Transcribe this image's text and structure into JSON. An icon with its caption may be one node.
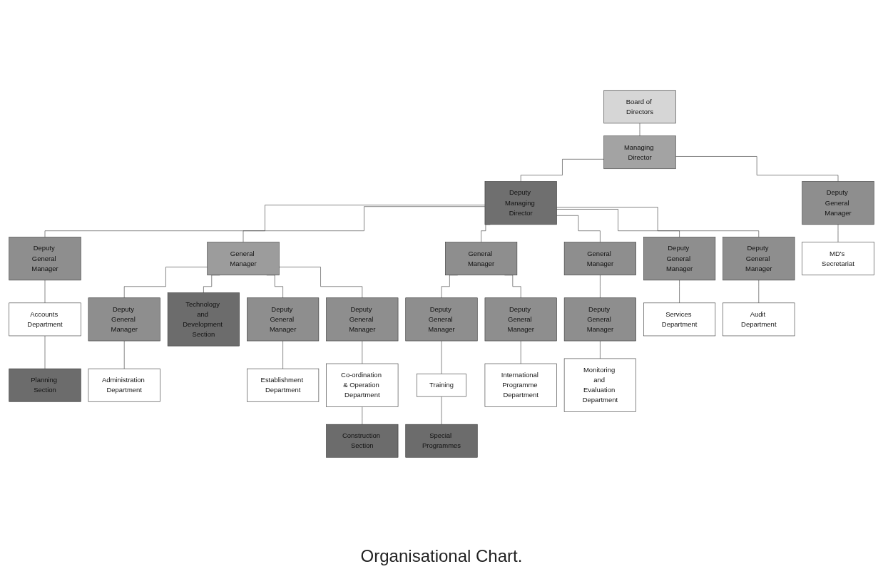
{
  "diagram": {
    "caption": "Organisational Chart.",
    "nodes": [
      {
        "text": [
          "Board of Directors"
        ]
      },
      {
        "text": [
          "Managing Director"
        ]
      },
      {
        "text": [
          "Deputy Managing Director"
        ]
      },
      {
        "text": [
          "General Manager"
        ]
      },
      {
        "text": [
          "General Manager"
        ]
      },
      {
        "text": [
          "General Manager"
        ]
      },
      {
        "text": [
          "Deputy General Manager"
        ]
      },
      {
        "text": [
          "Deputy General Manager"
        ]
      },
      {
        "text": [
          "Deputy General Manager"
        ]
      },
      {
        "text": [
          "Deputy General Manager"
        ]
      },
      {
        "text": [
          "Deputy General Manager"
        ]
      },
      {
        "text": [
          "Deputy General Manager"
        ]
      },
      {
        "text": [
          "Deputy General Manager"
        ]
      },
      {
        "text": [
          "Deputy General Manager"
        ]
      },
      {
        "text": [
          "Deputy General Manager"
        ]
      },
      {
        "text": [
          "Deputy General Manager"
        ]
      },
      {
        "text": [
          "Accounts Department"
        ]
      },
      {
        "text": [
          "Administration Department"
        ]
      },
      {
        "text": [
          "Establishment Department"
        ]
      },
      {
        "text": [
          "Co-ordination & Operation Department"
        ]
      },
      {
        "text": [
          "Training"
        ]
      },
      {
        "text": [
          "International Programme Department"
        ]
      },
      {
        "text": [
          "Monitoring and Evaluation Department"
        ]
      },
      {
        "text": [
          "Services Department"
        ]
      },
      {
        "text": [
          "Audit Department"
        ]
      },
      {
        "text": [
          "MD's Secretariat"
        ]
      },
      {
        "text": [
          "Planning Section"
        ]
      },
      {
        "text": [
          "Technology and Development Section"
        ]
      },
      {
        "text": [
          "Construction Section"
        ]
      },
      {
        "text": [
          "Special Programmes"
        ]
      }
    ],
    "edges": [
      {
        "from": 0,
        "to": 1,
        "arrow": "none"
      },
      {
        "from": 1,
        "to": 2,
        "arrow": "none"
      },
      {
        "from": 1,
        "to": 15,
        "arrow": "none"
      },
      {
        "from": 2,
        "to": 6,
        "arrow": "none"
      },
      {
        "from": 2,
        "to": 3,
        "arrow": "none"
      },
      {
        "from": 2,
        "to": 4,
        "arrow": "none"
      },
      {
        "from": 2,
        "to": 5,
        "arrow": "none"
      },
      {
        "from": 2,
        "to": 13,
        "arrow": "none"
      },
      {
        "from": 2,
        "to": 14,
        "arrow": "none"
      },
      {
        "from": 3,
        "to": 7,
        "arrow": "none"
      },
      {
        "from": 3,
        "to": 27,
        "arrow": "none"
      },
      {
        "from": 3,
        "to": 8,
        "arrow": "none"
      },
      {
        "from": 3,
        "to": 9,
        "arrow": "none"
      },
      {
        "from": 4,
        "to": 10,
        "arrow": "none"
      },
      {
        "from": 4,
        "to": 11,
        "arrow": "none"
      },
      {
        "from": 5,
        "to": 12,
        "arrow": "none"
      },
      {
        "from": 6,
        "to": 16,
        "arrow": "none"
      },
      {
        "from": 7,
        "to": 17,
        "arrow": "none"
      },
      {
        "from": 8,
        "to": 18,
        "arrow": "none"
      },
      {
        "from": 9,
        "to": 19,
        "arrow": "none"
      },
      {
        "from": 10,
        "to": 20,
        "arrow": "none"
      },
      {
        "from": 11,
        "to": 21,
        "arrow": "none"
      },
      {
        "from": 12,
        "to": 22,
        "arrow": "none"
      },
      {
        "from": 13,
        "to": 23,
        "arrow": "none"
      },
      {
        "from": 14,
        "to": 24,
        "arrow": "none"
      },
      {
        "from": 15,
        "to": 25,
        "arrow": "none"
      },
      {
        "from": 16,
        "to": 26,
        "arrow": "none"
      },
      {
        "from": 19,
        "to": 28,
        "arrow": "none"
      },
      {
        "from": 20,
        "to": 29,
        "arrow": "none"
      }
    ]
  }
}
